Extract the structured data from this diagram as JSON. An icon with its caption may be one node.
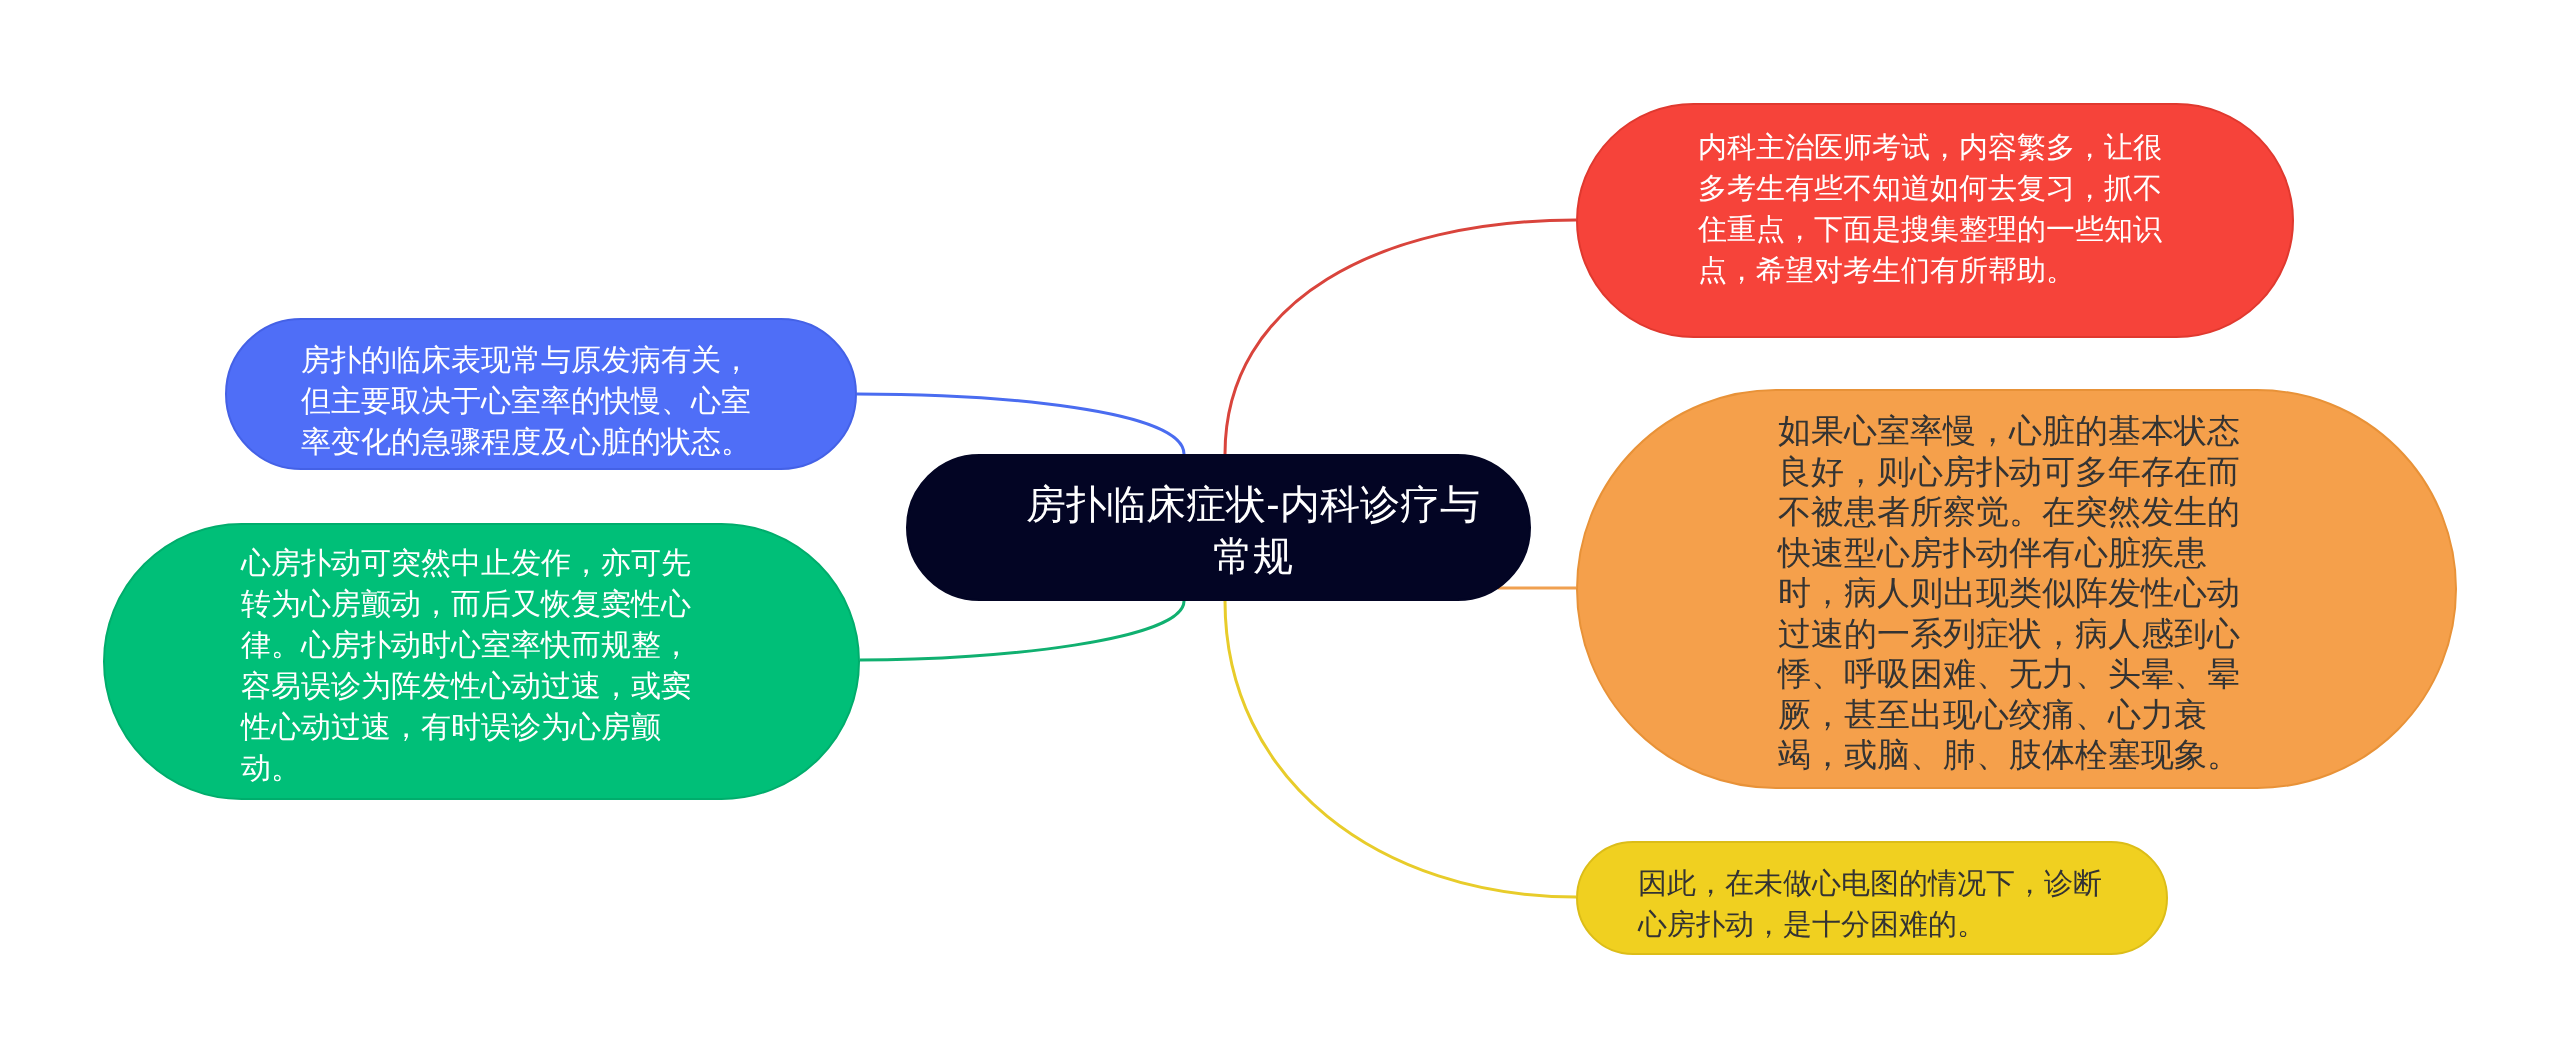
{
  "diagram": {
    "nodes": [
      {
        "text": [
          "房扑临床症状-内科诊疗与常规"
        ]
      },
      {
        "text": [
          "内科主治医师考试，内容繁多，让很多考生有些不知道如何去复习，抓不住重点，下面是搜集整理的一些知识点，希望对考生们有所帮助。"
        ]
      },
      {
        "text": [
          "如果心室率慢，心脏的基本状态良好，则心房扑动可多年存在而不被患者所察觉。在突然发生的快速型心房扑动伴有心脏疾患时，病人则出现类似阵发性心动过速的一系列症状，病人感到心悸、呼吸困难、无力、头晕、晕厥，甚至出现心绞痛、心力衰竭，或脑、肺、肢体栓塞现象。"
        ]
      },
      {
        "text": [
          "因此，在未做心电图的情况下，诊断心房扑动，是十分困难的。"
        ]
      },
      {
        "text": [
          "房扑的临床表现常与原发病有关，但主要取决于心室率的快慢、心室率变化的急骤程度及心脏的状态。"
        ]
      },
      {
        "text": [
          "心房扑动可突然中止发作，亦可先转为心房颤动，而后又恢复窦性心律。心房扑动时心室率快而规整，容易误诊为阵发性心动过速，或窦性心动过速，有时误诊为心房颤动。"
        ]
      }
    ],
    "edges": [
      {
        "from": 0,
        "to": 1,
        "arrow": "none",
        "color": "#d9443c"
      },
      {
        "from": 0,
        "to": 2,
        "arrow": "none",
        "color": "#f0a050"
      },
      {
        "from": 0,
        "to": 3,
        "arrow": "none",
        "color": "#e8cc2a"
      },
      {
        "from": 0,
        "to": 4,
        "arrow": "none",
        "color": "#4a6cf0"
      },
      {
        "from": 0,
        "to": 5,
        "arrow": "none",
        "color": "#10b070"
      }
    ]
  }
}
